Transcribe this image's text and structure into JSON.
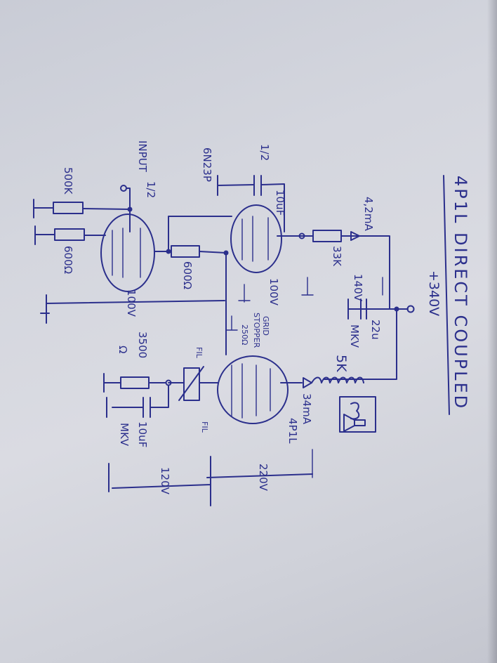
{
  "title": "4P1L DIRECT COUPLED",
  "supply": "+340V",
  "tubes": {
    "driver": "6N23P",
    "output": "4P1L"
  },
  "labels": {
    "half_top": "1/2",
    "half_input": "1/2",
    "input": "INPUT",
    "r_500k": "500K",
    "r_600_cathode": "600Ω",
    "r_600_coupling": "600Ω",
    "cap_10uf_driver": "10uF",
    "r_33k": "33K",
    "current_driver": "4,2mA",
    "v_140": "140V",
    "v_100_top": "100V",
    "v_100_bottom": "100V",
    "cap_22u": "22u",
    "cap_22u_type": "MKV",
    "ind_5k": "5K",
    "grid_stopper_1": "GRID",
    "grid_stopper_2": "STOPPER",
    "grid_stopper_3": "250Ω",
    "r_3500_a": "3500",
    "r_3500_b": "Ω",
    "fil_1": "FIL",
    "fil_2": "FIL",
    "current_output": "34mA",
    "output_tube_label": "4P1L",
    "cap_10uf_output": "10uF",
    "cap_10uf_output_type": "MKV",
    "v_220": "220V",
    "v_120": "120V"
  }
}
